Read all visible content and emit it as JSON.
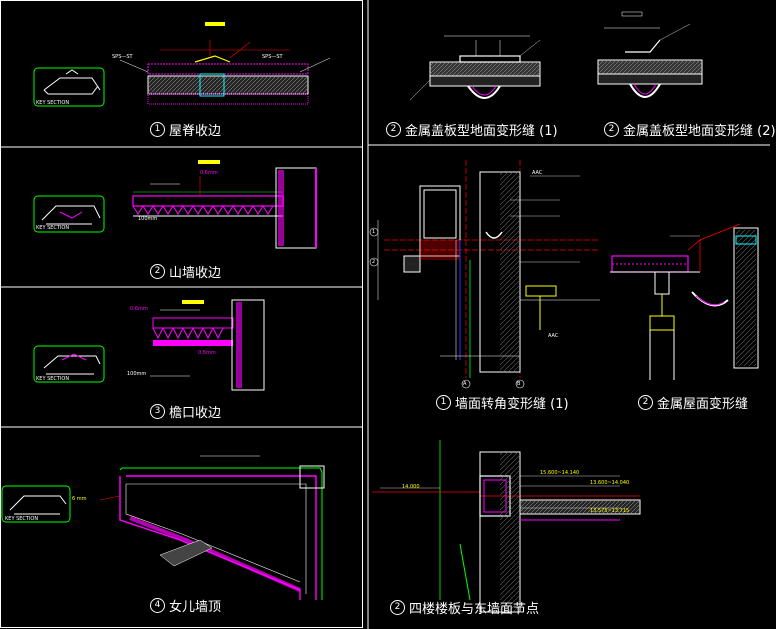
{
  "panels": [
    {
      "id": "p1",
      "num": "1",
      "caption": "屋脊收边"
    },
    {
      "id": "p2",
      "num": "2",
      "caption": "山墙收边"
    },
    {
      "id": "p3",
      "num": "3",
      "caption": "檐口收边"
    },
    {
      "id": "p4",
      "num": "4",
      "caption": "女儿墙顶"
    },
    {
      "id": "p5",
      "num": "2",
      "caption": "金属盖板型地面变形缝 (1)"
    },
    {
      "id": "p6",
      "num": "2",
      "caption": "金属盖板型地面变形缝 (2)"
    },
    {
      "id": "p7",
      "num": "1",
      "caption": "墙面转角变形缝 (1)"
    },
    {
      "id": "p8",
      "num": "2",
      "caption": "金属屋面变形缝"
    },
    {
      "id": "p9",
      "num": "2",
      "caption": "四楼楼板与东墙面节点"
    }
  ],
  "key_section": "KEY SECTION",
  "labels": {
    "p2_dim": "100mm",
    "p3_dim": "100mm",
    "p3_top": "0.6mm",
    "p3_mid": "0.8mm",
    "p2_top": "0.6mm",
    "p4_dim": "6 mm",
    "p7_h1": "AAC",
    "p7_h2": "AAC",
    "p9_e1": "14.000",
    "p9_e2": "15.600~14.140",
    "p9_e3": "13.600~14.040",
    "p9_e4": "13.575~13.715",
    "p1_left": "SPS—ST",
    "p1_right": "SPS—ST",
    "axis_a": "A",
    "axis_b": "B",
    "axis_1": "1",
    "axis_2": "2"
  },
  "colors": {
    "background": "#000000",
    "frame": "#ffffff",
    "magenta": "#ff00ff",
    "green": "#00ff00",
    "red": "#ff0000",
    "yellow": "#ffff00",
    "cyan": "#00ffff",
    "blue": "#3030ff"
  }
}
